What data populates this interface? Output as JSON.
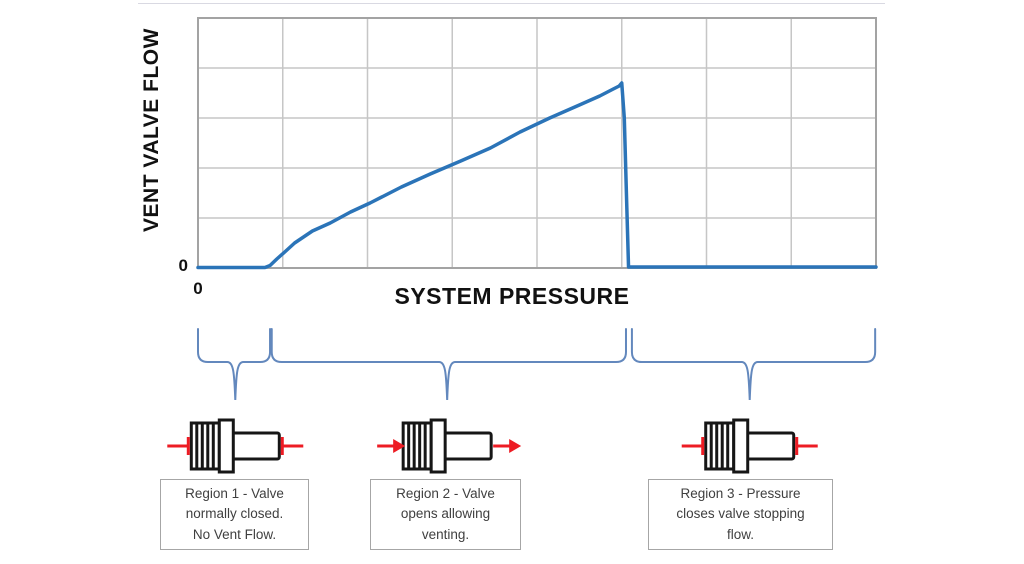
{
  "chart": {
    "y_axis_title": "VENT VALVE FLOW",
    "x_axis_title": "SYSTEM PRESSURE",
    "y_origin_label": "0",
    "x_origin_label": "0"
  },
  "chart_data": {
    "type": "line",
    "title": "",
    "xlabel": "SYSTEM PRESSURE",
    "ylabel": "VENT VALVE FLOW",
    "xlim": [
      0,
      8
    ],
    "ylim": [
      0,
      5
    ],
    "grid": true,
    "x_grid_step": 1,
    "y_grid_step": 1,
    "x_tick_labels_visible": [
      "0"
    ],
    "y_tick_labels_visible": [
      "0"
    ],
    "legend": "none",
    "series": [
      {
        "name": "Vent valve flow vs system pressure",
        "color": "#2b74b8",
        "x": [
          0,
          0.79,
          0.85,
          0.93,
          1.03,
          1.14,
          1.35,
          1.56,
          1.8,
          2.03,
          2.4,
          2.74,
          3.1,
          3.45,
          3.8,
          4.15,
          4.5,
          4.74,
          4.9,
          4.97,
          5.0,
          5.03,
          5.06,
          5.08,
          8.0
        ],
        "y": [
          0.01,
          0.01,
          0.05,
          0.18,
          0.33,
          0.5,
          0.74,
          0.9,
          1.12,
          1.3,
          1.62,
          1.88,
          2.14,
          2.4,
          2.72,
          3.0,
          3.26,
          3.44,
          3.58,
          3.64,
          3.7,
          3.0,
          1.2,
          0.02,
          0.02
        ]
      }
    ]
  },
  "regions": [
    {
      "label_lines": [
        "Region 1 - Valve",
        "normally closed.",
        "No Vent Flow."
      ],
      "x_range": [
        0,
        0.85
      ],
      "anchor_x": 0.44,
      "valve_state": "blocked"
    },
    {
      "label_lines": [
        "Region 2 - Valve",
        "opens allowing",
        "venting."
      ],
      "x_range": [
        0.87,
        5.05
      ],
      "anchor_x": 2.94,
      "valve_state": "flow"
    },
    {
      "label_lines": [
        "Region 3 - Pressure",
        "closes valve stopping",
        "flow."
      ],
      "x_range": [
        5.12,
        7.99
      ],
      "anchor_x": 6.51,
      "valve_state": "blocked"
    }
  ],
  "colors": {
    "curve": "#2b74b8",
    "brace": "#6388bd",
    "grid": "#c6c6c6",
    "plot_border": "#a3a3a3",
    "flow_red": "#ed1c24",
    "valve_outline": "#161616",
    "caption_border": "#a6a6a6",
    "caption_text": "#3f3f3f"
  }
}
